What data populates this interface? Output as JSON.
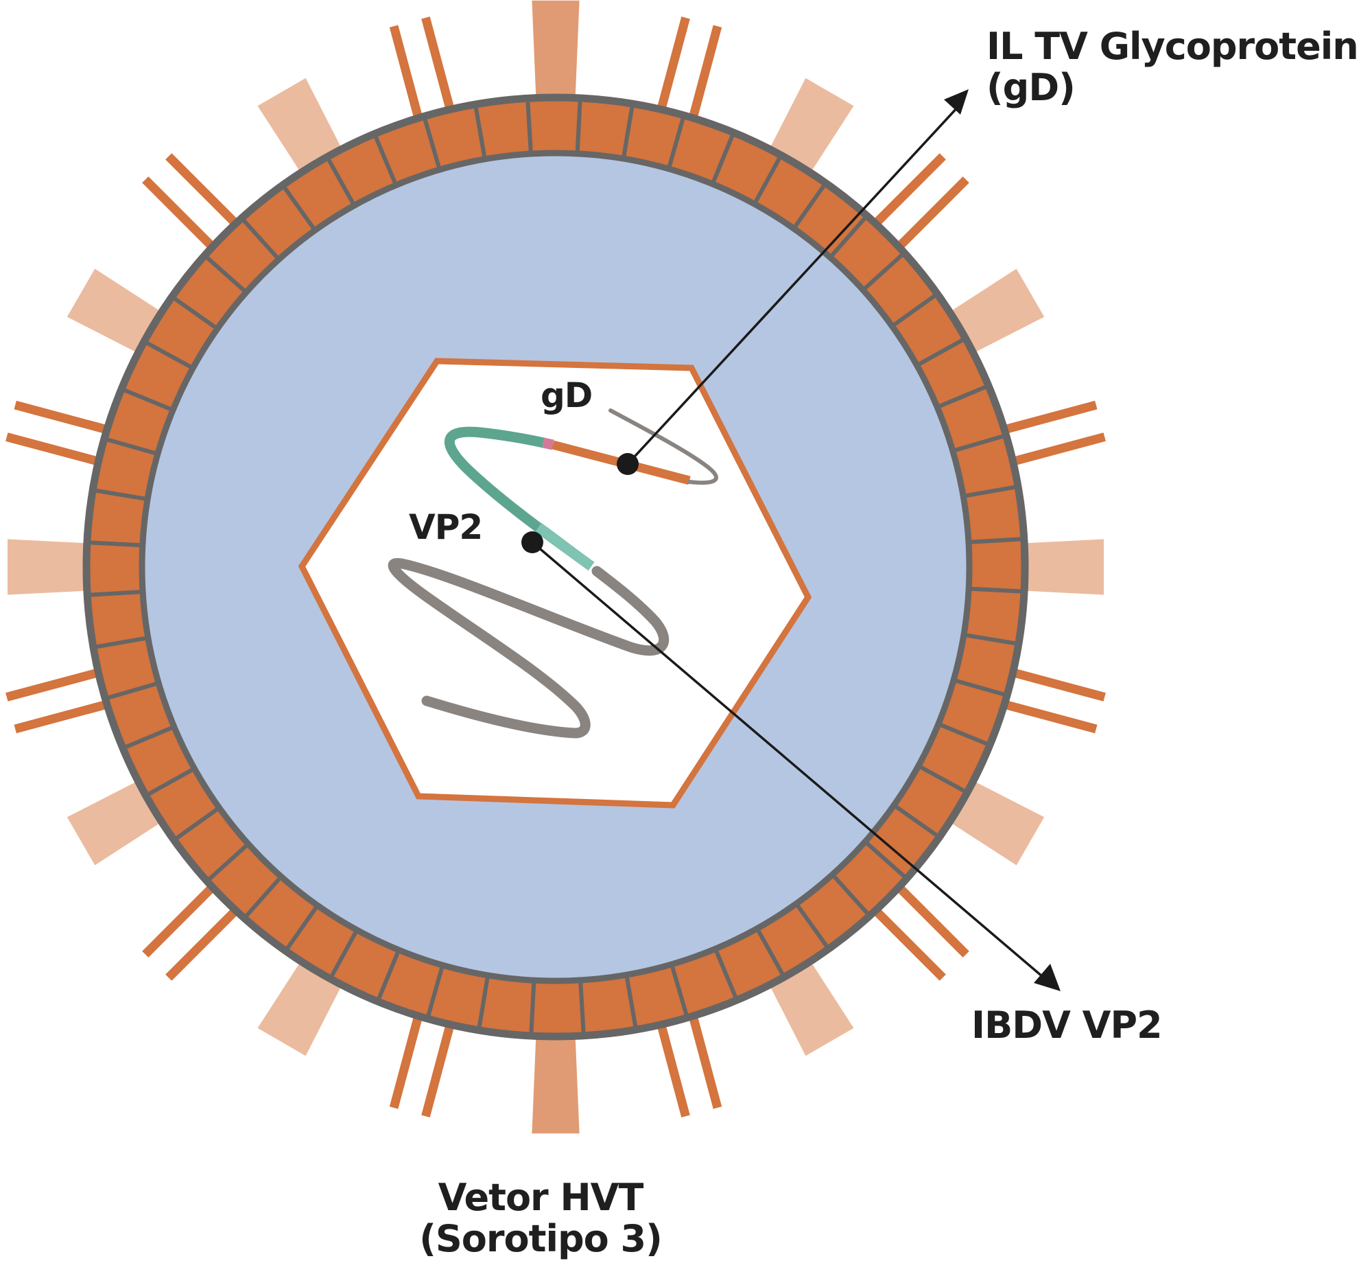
{
  "labels": {
    "gd_title_line1": "IL TV Glycoprotein D",
    "gd_title_line2": "(gD)",
    "vp2_title": "IBDV VP2",
    "vector_line1": "Vetor HVT",
    "vector_line2": "(Sorotipo 3)",
    "gd_gene": "gD",
    "vp2_gene": "VP2"
  },
  "colors": {
    "envelope_orange": "#d4743e",
    "outline_gray": "#666666",
    "tegument_blue": "#b5c6e2",
    "glyco_light": "#ebbb9f",
    "glyco_mid": "#e09b74",
    "vp2_green": "#5da58f",
    "vp2_green_light": "#7fc4b2",
    "dna_gray": "#8a8480",
    "gd_pink": "#d47a98",
    "pointer_black": "#1a1a1a"
  }
}
